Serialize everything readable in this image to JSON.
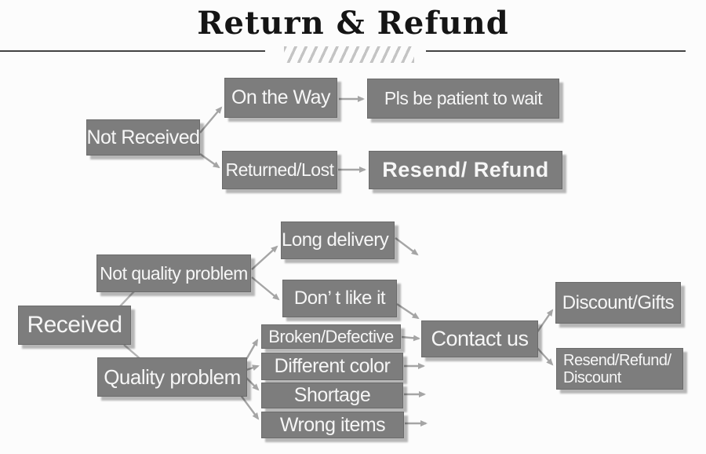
{
  "title": "Return & Refund",
  "colors": {
    "node_fill": "#7d7d7d",
    "node_border": "#6b6b6b",
    "node_text": "#f6f6f6",
    "arrow": "#a5a5a5",
    "connector": "#b3b3b3",
    "title_text": "#151515",
    "rule": "#434343",
    "hatch": "#c4c4c4",
    "background": "#fcfcfc"
  },
  "not_received_flow": {
    "root": "Not Received",
    "on_the_way": "On the Way",
    "patient": "Pls be patient to wait",
    "returned_lost": "Returned/Lost",
    "resend_refund": "Resend/ Refund"
  },
  "received_flow": {
    "root": "Received",
    "not_quality_problem": "Not quality problem",
    "long_delivery": "Long delivery",
    "dont_like_it": "Don’ t like it",
    "quality_problem": "Quality problem",
    "broken_defective": "Broken/Defective",
    "different_color": "Different color",
    "shortage": "Shortage",
    "wrong_items": "Wrong items",
    "contact_us": "Contact us",
    "discount_gifts": "Discount/Gifts",
    "resend_refund_discount_line1": "Resend/Refund/",
    "resend_refund_discount_line2": "Discount"
  }
}
